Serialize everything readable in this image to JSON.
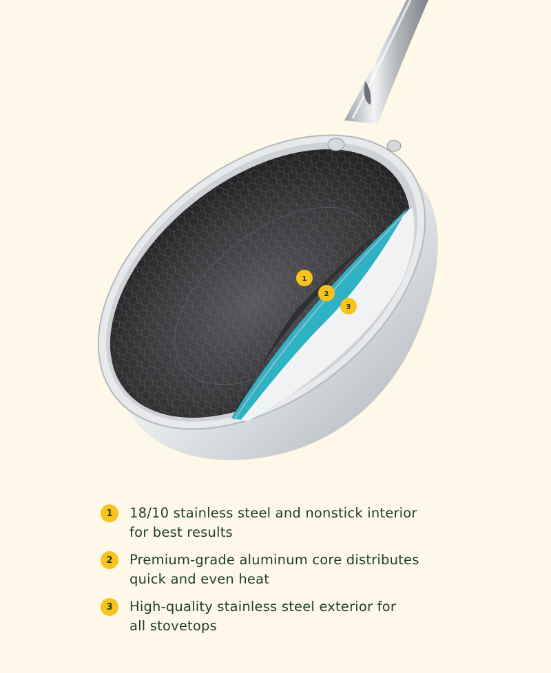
{
  "markers": [
    {
      "number": "1",
      "layer": "stainless steel and nonstick interior"
    },
    {
      "number": "2",
      "layer": "aluminum core"
    },
    {
      "number": "3",
      "layer": "stainless steel exterior"
    }
  ],
  "legend": {
    "items": [
      {
        "number": "1",
        "line1": "18/10 stainless steel and nonstick interior",
        "line2": "for best results"
      },
      {
        "number": "2",
        "line1": "Premium-grade aluminum core distributes",
        "line2": "quick and even heat"
      },
      {
        "number": "3",
        "line1": "High-quality stainless steel exterior for",
        "line2": "all stovetops"
      }
    ]
  },
  "colors": {
    "background": "#fdf8e8",
    "badge": "#f7c31c",
    "text": "#1f3b2c",
    "aluminum_core": "#27b5c8",
    "steel": "#d9dcdf",
    "nonstick": "#2e2e30"
  }
}
